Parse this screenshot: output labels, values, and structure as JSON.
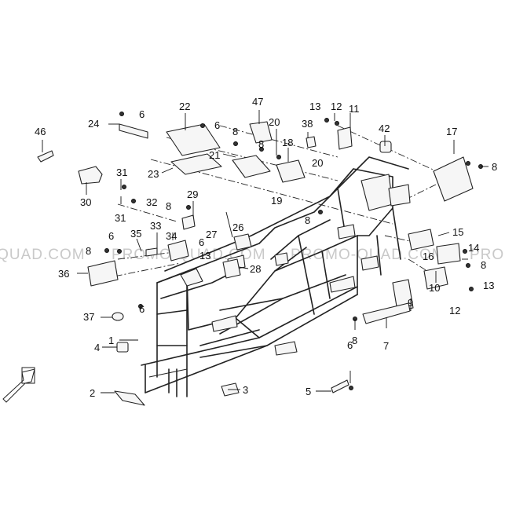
{
  "watermark": "PROMO-QUAD.COM",
  "callouts": [
    {
      "id": "c1",
      "text": "1"
    },
    {
      "id": "c2",
      "text": "2"
    },
    {
      "id": "c3",
      "text": "3"
    },
    {
      "id": "c4",
      "text": "4"
    },
    {
      "id": "c5",
      "text": "5"
    },
    {
      "id": "c6a",
      "text": "6"
    },
    {
      "id": "c6b",
      "text": "6"
    },
    {
      "id": "c6c",
      "text": "6"
    },
    {
      "id": "c6d",
      "text": "6"
    },
    {
      "id": "c6e",
      "text": "6"
    },
    {
      "id": "c6f",
      "text": "6"
    },
    {
      "id": "c7",
      "text": "7"
    },
    {
      "id": "c8a",
      "text": "8"
    },
    {
      "id": "c8b",
      "text": "8"
    },
    {
      "id": "c8c",
      "text": "8"
    },
    {
      "id": "c8d",
      "text": "8"
    },
    {
      "id": "c8e",
      "text": "8"
    },
    {
      "id": "c8f",
      "text": "8"
    },
    {
      "id": "c8g",
      "text": "8"
    },
    {
      "id": "c8h",
      "text": "8"
    },
    {
      "id": "c9",
      "text": "9"
    },
    {
      "id": "c10",
      "text": "10"
    },
    {
      "id": "c11",
      "text": "11"
    },
    {
      "id": "c12a",
      "text": "12"
    },
    {
      "id": "c12b",
      "text": "12"
    },
    {
      "id": "c13a",
      "text": "13"
    },
    {
      "id": "c13b",
      "text": "13"
    },
    {
      "id": "c13c",
      "text": "13"
    },
    {
      "id": "c14",
      "text": "14"
    },
    {
      "id": "c15",
      "text": "15"
    },
    {
      "id": "c16",
      "text": "16"
    },
    {
      "id": "c17",
      "text": "17"
    },
    {
      "id": "c18",
      "text": "18"
    },
    {
      "id": "c19",
      "text": "19"
    },
    {
      "id": "c20a",
      "text": "20"
    },
    {
      "id": "c20b",
      "text": "20"
    },
    {
      "id": "c21",
      "text": "21"
    },
    {
      "id": "c22",
      "text": "22"
    },
    {
      "id": "c23",
      "text": "23"
    },
    {
      "id": "c24",
      "text": "24"
    },
    {
      "id": "c26",
      "text": "26"
    },
    {
      "id": "c27",
      "text": "27"
    },
    {
      "id": "c28",
      "text": "28"
    },
    {
      "id": "c29",
      "text": "29"
    },
    {
      "id": "c30",
      "text": "30"
    },
    {
      "id": "c31a",
      "text": "31"
    },
    {
      "id": "c31b",
      "text": "31"
    },
    {
      "id": "c32",
      "text": "32"
    },
    {
      "id": "c33",
      "text": "33"
    },
    {
      "id": "c34",
      "text": "34"
    },
    {
      "id": "c35",
      "text": "35"
    },
    {
      "id": "c36",
      "text": "36"
    },
    {
      "id": "c37",
      "text": "37"
    },
    {
      "id": "c38",
      "text": "38"
    },
    {
      "id": "c42",
      "text": "42"
    },
    {
      "id": "c46",
      "text": "46"
    },
    {
      "id": "c47",
      "text": "47"
    }
  ]
}
